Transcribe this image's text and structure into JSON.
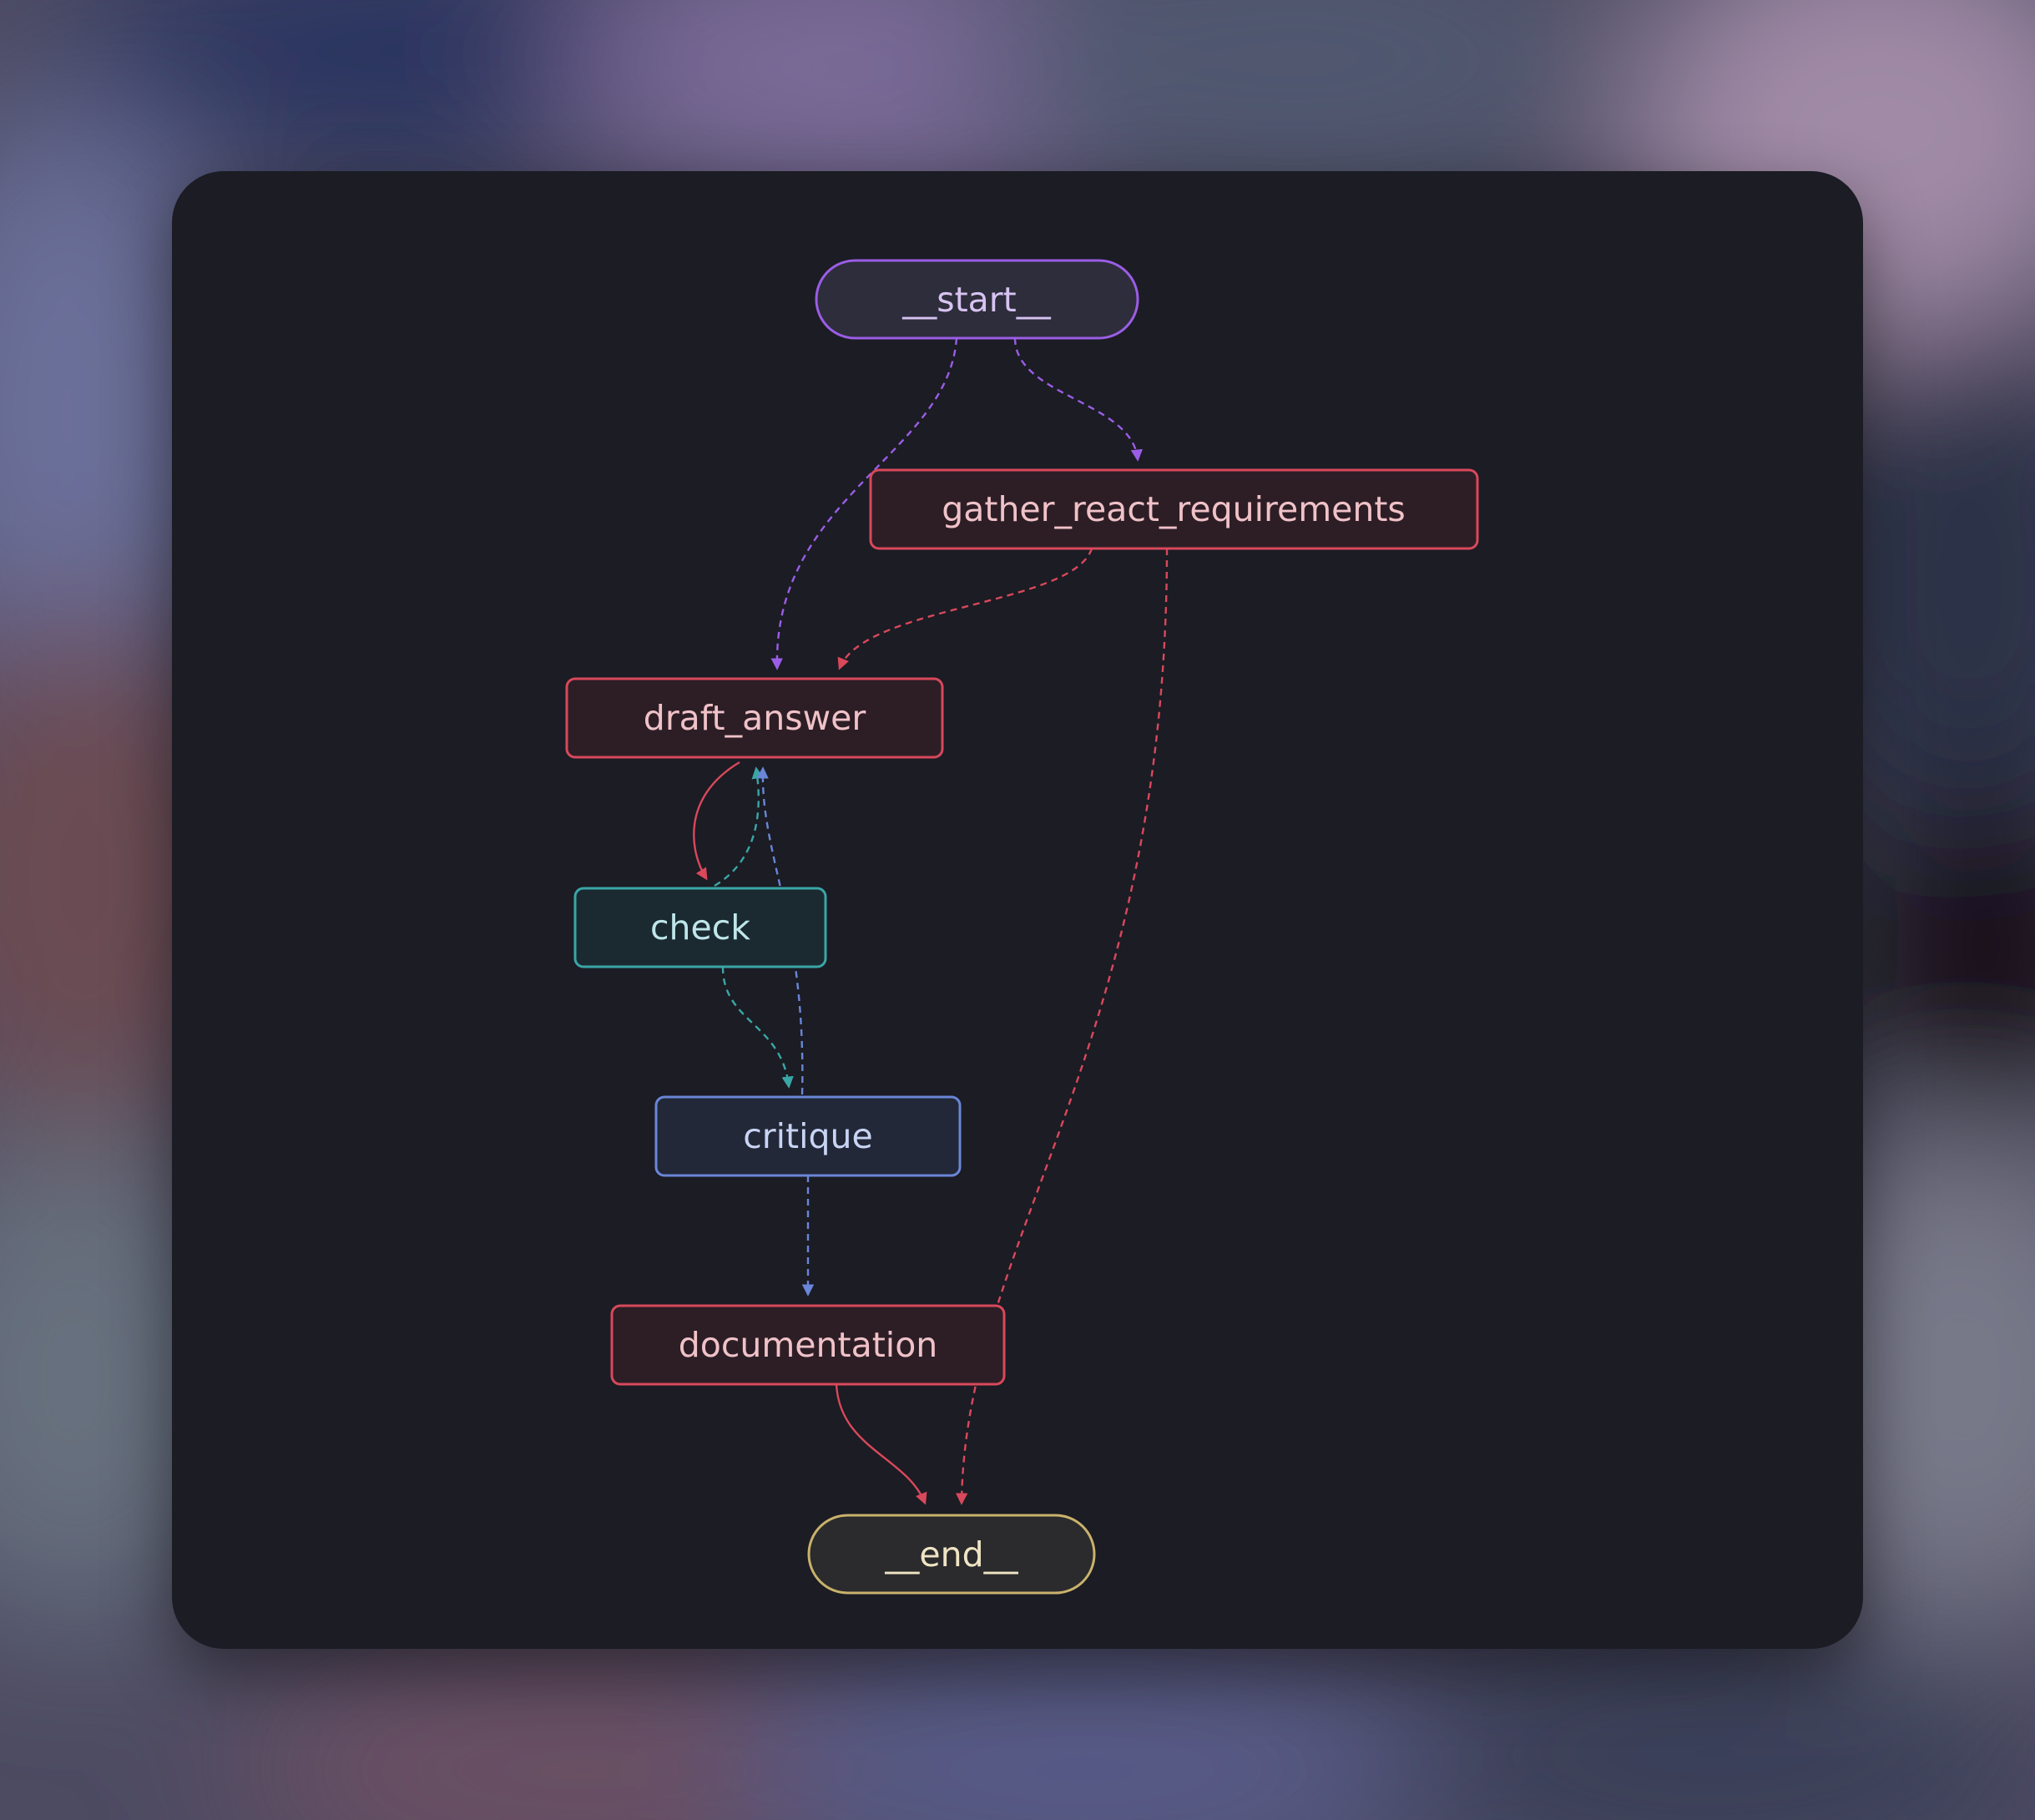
{
  "diagram": {
    "type": "flowchart",
    "colors": {
      "purple": "#9b5de5",
      "red": "#d9485b",
      "teal": "#3aa6a6",
      "blue": "#6a86d8",
      "gold": "#c9b26b",
      "card_background": "#1b1c24"
    },
    "nodes": [
      {
        "id": "start",
        "label": "__start__",
        "shape": "pill",
        "color": "#9b5de5",
        "fill": "#2e2d3b",
        "text_color": "#d6c3f2"
      },
      {
        "id": "gather",
        "label": "gather_react_requirements",
        "shape": "rect",
        "color": "#d9485b",
        "fill": "#2d1e26",
        "text_color": "#f0c2c8"
      },
      {
        "id": "draft",
        "label": "draft_answer",
        "shape": "rect",
        "color": "#d9485b",
        "fill": "#2d1e26",
        "text_color": "#f0c2c8"
      },
      {
        "id": "check",
        "label": "check",
        "shape": "rect",
        "color": "#3aa6a6",
        "fill": "#1b2a31",
        "text_color": "#bfe6ea"
      },
      {
        "id": "critique",
        "label": "critique",
        "shape": "rect",
        "color": "#6a86d8",
        "fill": "#232838",
        "text_color": "#c8d4f4"
      },
      {
        "id": "documentation",
        "label": "documentation",
        "shape": "rect",
        "color": "#d9485b",
        "fill": "#2d1e26",
        "text_color": "#f0c2c8"
      },
      {
        "id": "end",
        "label": "__end__",
        "shape": "pill",
        "color": "#c9b26b",
        "fill": "#2b2b2d",
        "text_color": "#efe4c4"
      }
    ],
    "edges": [
      {
        "from": "start",
        "to": "gather",
        "style": "dashed",
        "color": "#9b5de5"
      },
      {
        "from": "start",
        "to": "draft",
        "style": "dashed",
        "color": "#9b5de5"
      },
      {
        "from": "gather",
        "to": "draft",
        "style": "dashed",
        "color": "#d9485b"
      },
      {
        "from": "gather",
        "to": "end",
        "style": "dashed",
        "color": "#d9485b"
      },
      {
        "from": "draft",
        "to": "check",
        "style": "solid",
        "color": "#d9485b"
      },
      {
        "from": "check",
        "to": "draft",
        "style": "dashed",
        "color": "#3aa6a6"
      },
      {
        "from": "check",
        "to": "critique",
        "style": "dashed",
        "color": "#3aa6a6"
      },
      {
        "from": "critique",
        "to": "draft",
        "style": "dashed",
        "color": "#6a86d8"
      },
      {
        "from": "critique",
        "to": "documentation",
        "style": "dashed",
        "color": "#6a86d8"
      },
      {
        "from": "documentation",
        "to": "end",
        "style": "solid",
        "color": "#d9485b"
      }
    ]
  }
}
